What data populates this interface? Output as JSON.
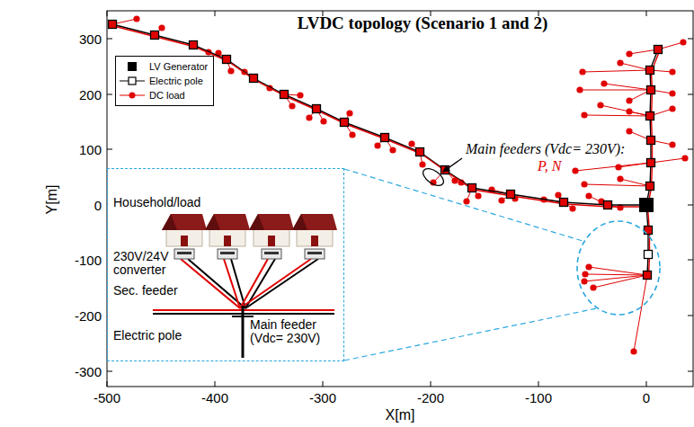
{
  "diagram": {
    "title": "LVDC topology (Scenario 1 and 2)",
    "nodes": [
      {
        "text": [
          "Household/load",
          "230V/24V converter",
          "Sec. feeder",
          "Main feeder (Vdc= 230V)",
          "Electric pole"
        ]
      }
    ],
    "labels": [
      "Main feeders (Vdc= 230V):",
      "P, N",
      "300",
      "200",
      "100",
      "0",
      "-100",
      "-200",
      "-300",
      "-500",
      "-400",
      "-300",
      "-200",
      "-100",
      "0",
      "Y[m]",
      "X[m]"
    ],
    "legend": [
      {
        "text": "LV Generator",
        "color": "#000000"
      },
      {
        "text": "Electric pole"
      },
      {
        "text": "DC load"
      }
    ]
  }
}
